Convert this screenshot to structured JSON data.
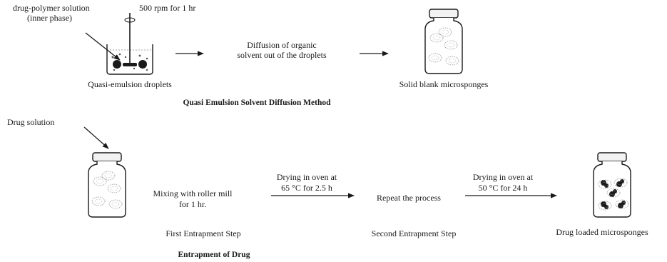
{
  "top": {
    "inner_phase_line1": "drug-polymer solution",
    "inner_phase_line2": "(inner phase)",
    "stirring": "500 rpm for 1 hr",
    "diffusion_line1": "Diffusion of organic",
    "diffusion_line2": "solvent out of the droplets",
    "beaker_caption": "Quasi-emulsion droplets",
    "vial_caption": "Solid blank microsponges",
    "method_title": "Quasi Emulsion Solvent Diffusion Method"
  },
  "bottom": {
    "drug_solution": "Drug solution",
    "mixing_line1": "Mixing with roller mill",
    "mixing_line2": "for 1 hr.",
    "drying1_line1": "Drying in oven at",
    "drying1_line2": "65 °C for 2.5 h",
    "repeat": "Repeat the process",
    "drying2_line1": "Drying in oven at",
    "drying2_line2": "50 °C for 24 h",
    "step1_caption": "First Entrapment Step",
    "step2_caption": "Second Entrapment Step",
    "step3_caption": "Drug loaded microsponges",
    "method_title": "Entrapment of Drug"
  }
}
